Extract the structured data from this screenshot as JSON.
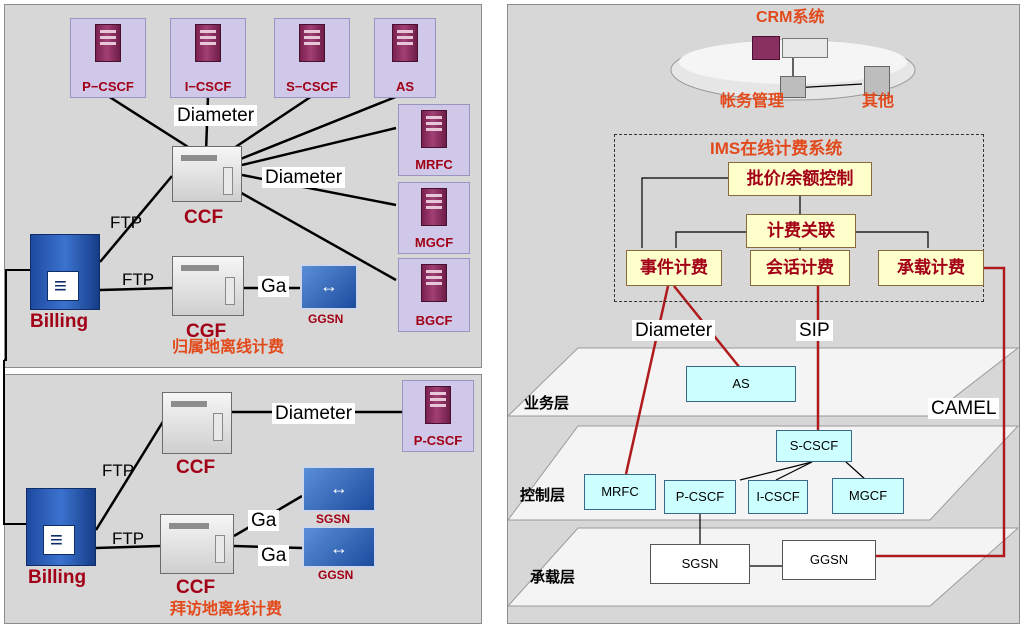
{
  "left_top": {
    "servers_top": [
      "P−CSCF",
      "I−CSCF",
      "S−CSCF",
      "AS"
    ],
    "servers_right": [
      "MRFC",
      "MGCF",
      "BGCF"
    ],
    "ccf_label": "CCF",
    "cgf_label": "CGF",
    "billing_label": "Billing",
    "ggsn_label": "GGSN",
    "link_diameter_1": "Diameter",
    "link_diameter_2": "Diameter",
    "link_ftp_1": "FTP",
    "link_ftp_2": "FTP",
    "link_ga": "Ga",
    "caption": "归属地离线计费"
  },
  "left_bottom": {
    "pcscf_label": "P-CSCF",
    "ccf_1_label": "CCF",
    "ccf_2_label": "CCF",
    "billing_label": "Billing",
    "sgsn_label": "SGSN",
    "ggsn_label": "GGSN",
    "link_diameter": "Diameter",
    "link_ftp_1": "FTP",
    "link_ftp_2": "FTP",
    "link_ga_1": "Ga",
    "link_ga_2": "Ga",
    "caption": "拜访地离线计费"
  },
  "right": {
    "crm_title": "CRM系统",
    "account_mgmt": "帐务管理",
    "other": "其他",
    "ims_title": "IMS在线计费系统",
    "rating": "批价/余额控制",
    "correlation": "计费关联",
    "event_charging": "事件计费",
    "session_charging": "会话计费",
    "bearer_charging": "承载计费",
    "link_diameter": "Diameter",
    "link_sip": "SIP",
    "link_camel": "CAMEL",
    "layer_service": "业务层",
    "layer_control": "控制层",
    "layer_bearer": "承载层",
    "node_as": "AS",
    "node_scscf": "S-CSCF",
    "node_mrfc": "MRFC",
    "node_pcscf": "P-CSCF",
    "node_icscf": "I-CSCF",
    "node_mgcf": "MGCF",
    "node_sgsn": "SGSN",
    "node_ggsn": "GGSN"
  },
  "colors": {
    "panel": "#d7d7d7",
    "accent_red": "#a20016",
    "caption_orange": "#e24a1c",
    "server_bg": "#cfc8e8",
    "yellow_box": "#ffffcc",
    "cyan_box": "#ccffff",
    "camel_line": "#b01a1a"
  },
  "icons": [
    "server-tower-icon",
    "charging-server-icon",
    "network-router-icon",
    "billing-database-icon",
    "crm-platform-icon"
  ]
}
